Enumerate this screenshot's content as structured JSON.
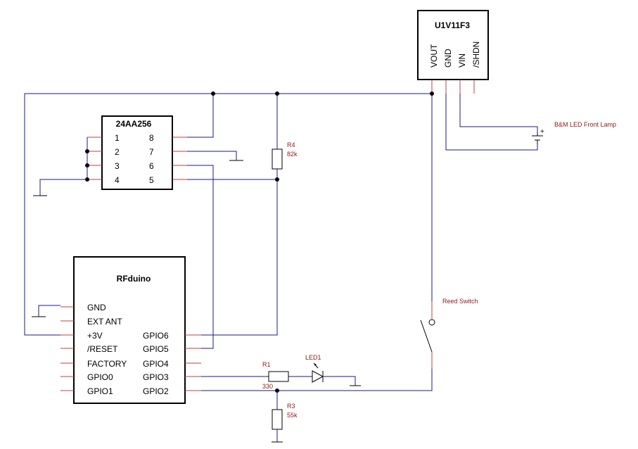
{
  "regulator": {
    "name": "U1V11F3",
    "pins": [
      "VOUT",
      "GND",
      "VIN",
      "/SHDN"
    ]
  },
  "eeprom": {
    "name": "24AA256",
    "left_pins": [
      "1",
      "2",
      "3",
      "4"
    ],
    "right_pins": [
      "8",
      "7",
      "6",
      "5"
    ]
  },
  "mcu": {
    "name": "RFduino",
    "left_pins": [
      "GND",
      "EXT ANT",
      "+3V",
      "/RESET",
      "FACTORY",
      "GPIO0",
      "GPIO1"
    ],
    "right_pins": [
      "GPIO6",
      "GPIO5",
      "GPIO4",
      "GPIO3",
      "GPIO2"
    ]
  },
  "components": {
    "r4": {
      "ref": "R4",
      "value": "82k"
    },
    "r1": {
      "ref": "R1",
      "value": "330"
    },
    "r3": {
      "ref": "R3",
      "value": "55k"
    },
    "led1": {
      "ref": "LED1"
    },
    "battery": {
      "label": "B&M LED Front Lamp",
      "plus": "+"
    },
    "reed": {
      "label": "Reed Switch"
    }
  }
}
